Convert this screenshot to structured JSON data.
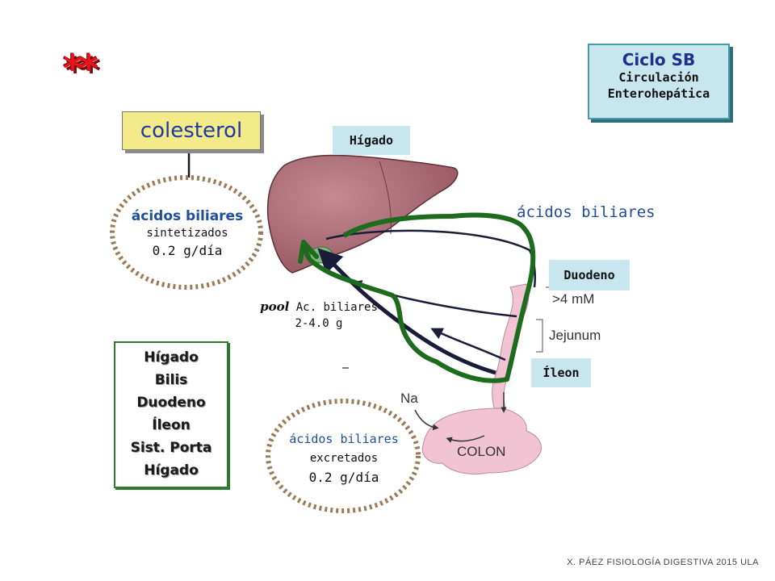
{
  "stars": "**",
  "ciclo": {
    "title": "Ciclo SB",
    "line1": "Circulación",
    "line2": "Enterohepática"
  },
  "colesterol": "colesterol",
  "labels": {
    "higado": "Hígado",
    "duodeno": "Duodeno",
    "ileon": "Íleon"
  },
  "sintetizados": {
    "title": "ácidos biliares",
    "line1": "sintetizados",
    "line2": "0.2 g/día"
  },
  "excretados": {
    "title": "ácidos biliares",
    "line1": "excretados",
    "line2": "0.2 g/día"
  },
  "acidos_biliares": "ácidos biliares",
  "pool": {
    "word": "pool",
    "rest": " Ac. biliares",
    "amount": "2-4.0 g"
  },
  "route_list": [
    "Hígado",
    "Bilis",
    "Duodeno",
    "Íleon",
    "Sist. Porta",
    "Hígado"
  ],
  "gut_labels": {
    "concentration": ">4 mM",
    "jejunum": "Jejunum",
    "colon": "COLON",
    "na": "Na"
  },
  "colors": {
    "green_path": "#1d6b1d",
    "dark_path": "#1a1d3a",
    "liver": "#b0707a",
    "gut": "#f1c3d3",
    "dotted_border": "#9a7b55"
  },
  "footer": "X. PÁEZ   FISIOLOGÍA DIGESTIVA 2015  ULA"
}
